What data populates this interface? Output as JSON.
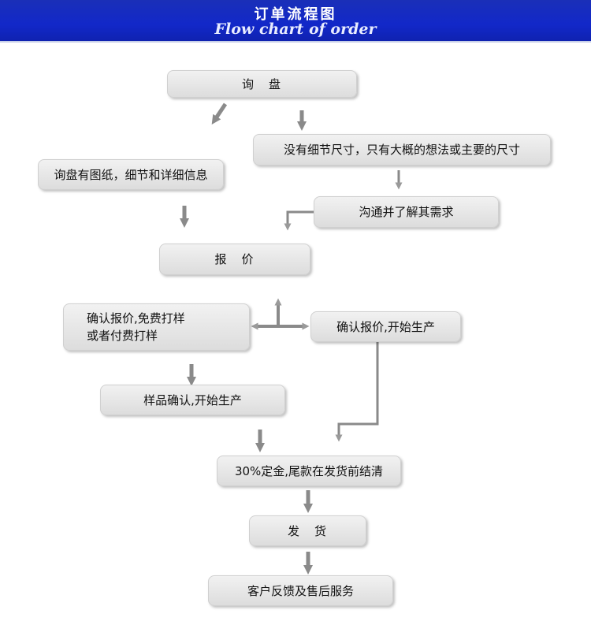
{
  "header": {
    "title_zh": "订单流程图",
    "title_en": "Flow chart of order"
  },
  "nodes": {
    "inquiry": "询　盘",
    "no_details": "没有细节尺寸，只有大概的想法或主要的尺寸",
    "with_drawings": "询盘有图纸，细节和详细信息",
    "communicate": "沟通并了解其需求",
    "quote": "报　价",
    "confirm_sample_1": "确认报价,免费打样",
    "confirm_sample_2": "或者付费打样",
    "confirm_production": "确认报价,开始生产",
    "sample_confirm": "样品确认,开始生产",
    "deposit": "30%定金,尾款在发货前结清",
    "shipping": "发　货",
    "feedback": "客户反馈及售后服务"
  },
  "colors": {
    "header_bg": "#1228c9",
    "box_bg": "#e6e6e6",
    "arrow": "#8a8a8a"
  }
}
